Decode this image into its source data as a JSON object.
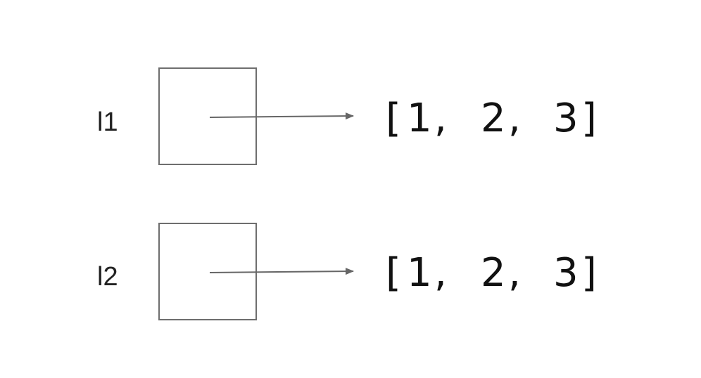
{
  "rows": [
    {
      "variable": "l1",
      "open_bracket": "[",
      "elements": [
        "1",
        "2",
        "3"
      ],
      "separators": [
        ",",
        ","
      ],
      "close_bracket": "]"
    },
    {
      "variable": "l2",
      "open_bracket": "[",
      "elements": [
        "1",
        "2",
        "3"
      ],
      "separators": [
        ",",
        ","
      ],
      "close_bracket": "]"
    }
  ],
  "colors": {
    "box_stroke": "#6e6e6e",
    "arrow": "#666666",
    "text": "#111111"
  }
}
